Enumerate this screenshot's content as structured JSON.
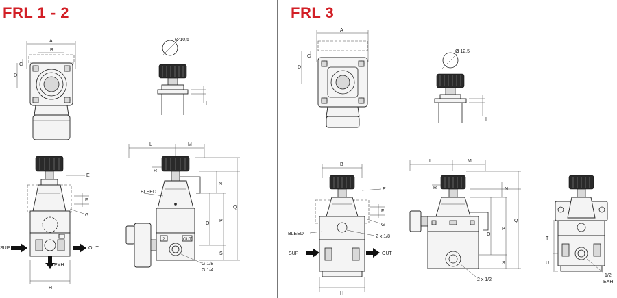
{
  "left_panel": {
    "title": "FRL 1 - 2",
    "top_view": {
      "dim_A": "A",
      "dim_B": "B",
      "dim_C": "C",
      "dim_D": "D"
    },
    "knob_view": {
      "diameter": "Ø 10,5",
      "dim_I": "I"
    },
    "front_view": {
      "dim_E": "E",
      "dim_F": "F",
      "dim_G": "G",
      "dim_H": "H",
      "sup": "SUP",
      "out": "OUT",
      "exh": "EXH"
    },
    "side_view": {
      "dim_L": "L",
      "dim_M": "M",
      "dim_R": "R",
      "dim_N": "N",
      "dim_O": "O",
      "dim_P": "P",
      "dim_Q": "Q",
      "dim_S": "S",
      "bleed": "BLEED",
      "port_in": "2",
      "port_out": "OUT",
      "thread1": "G 1/8",
      "thread2": "G 1/4"
    }
  },
  "right_panel": {
    "title": "FRL 3",
    "top_view": {
      "dim_A": "A",
      "dim_C": "C",
      "dim_D": "D"
    },
    "knob_view": {
      "diameter": "Ø 12,5",
      "dim_I": "I"
    },
    "front_view": {
      "dim_B": "B",
      "dim_E": "E",
      "dim_F": "F",
      "dim_G": "G",
      "dim_H": "H",
      "sup": "SUP",
      "out": "OUT",
      "bleed": "BLEED",
      "port_note": "2 x 1/8"
    },
    "side_view": {
      "dim_L": "L",
      "dim_M": "M",
      "dim_R": "R",
      "dim_N": "N",
      "dim_O": "O",
      "dim_P": "P",
      "dim_Q": "Q",
      "dim_S": "S",
      "port_note": "2 x 1/2"
    },
    "back_view": {
      "dim_T": "T",
      "dim_U": "U",
      "exh_size": "1/2",
      "exh": "EXH"
    }
  },
  "colors": {
    "title": "#d21f26",
    "line": "#222222",
    "divider": "#777777"
  }
}
